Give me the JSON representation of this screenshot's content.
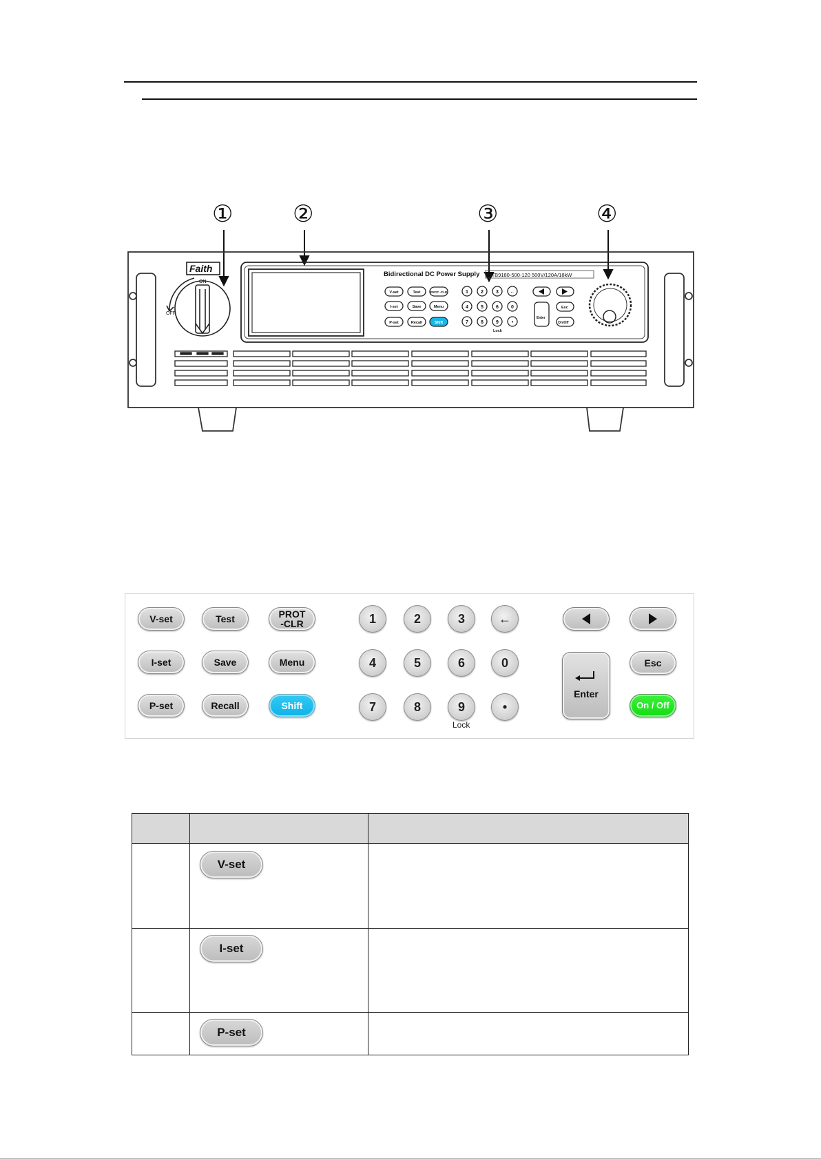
{
  "panel_figure": {
    "callouts": [
      "①",
      "②",
      "③",
      "④"
    ],
    "brand": "Faith",
    "title": "Bidirectional DC Power Supply",
    "model": "FTB9180-500-120 500V/120A/18kW",
    "switch_on": "ON",
    "switch_off": "OFF",
    "mini_keys": {
      "left": [
        [
          "V-set",
          "Test",
          "PROT -CLR"
        ],
        [
          "I-set",
          "Save",
          "Menu"
        ],
        [
          "P-set",
          "Recall",
          "Shift"
        ]
      ],
      "numeric": [
        [
          "1",
          "2",
          "3",
          "←"
        ],
        [
          "4",
          "5",
          "6",
          "0"
        ],
        [
          "7",
          "8",
          "9",
          "•"
        ]
      ],
      "esc": "Esc",
      "on_off": "On/Off",
      "enter": "Enter",
      "lock": "Lock"
    }
  },
  "keypad": {
    "function_keys": [
      [
        "V-set",
        "Test",
        "PROT\n-CLR"
      ],
      [
        "I-set",
        "Save",
        "Menu"
      ],
      [
        "P-set",
        "Recall",
        "Shift"
      ]
    ],
    "numeric_keys": [
      [
        "1",
        "2",
        "3",
        "←"
      ],
      [
        "4",
        "5",
        "6",
        "0"
      ],
      [
        "7",
        "8",
        "9",
        "•"
      ]
    ],
    "lock_label": "Lock",
    "enter_label": "Enter",
    "esc_label": "Esc",
    "on_off_label": "On / Off",
    "colors": {
      "shift": "#12b5e8",
      "on_off": "#17dc17"
    }
  },
  "key_table": {
    "rows": [
      {
        "key": "V-set"
      },
      {
        "key": "I-set"
      },
      {
        "key": "P-set"
      }
    ]
  }
}
